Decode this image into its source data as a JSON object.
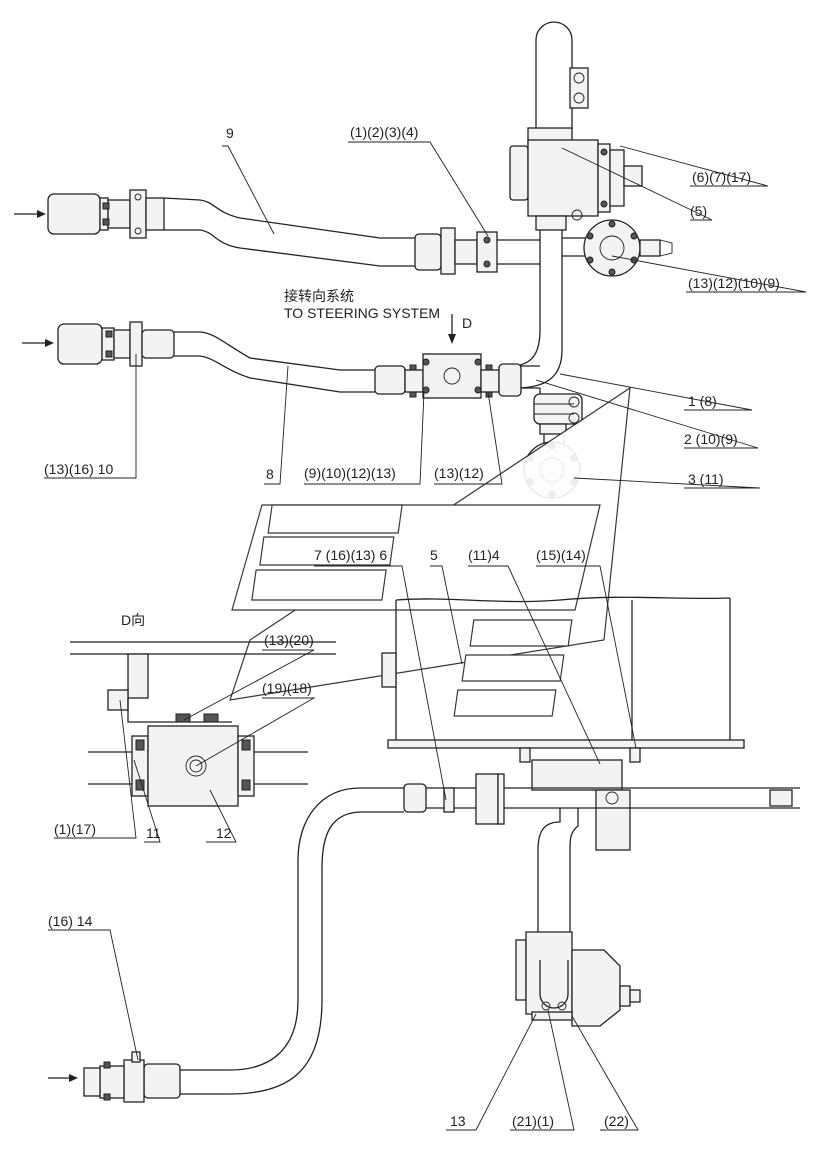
{
  "labels": {
    "steering_cn": "接转向系统",
    "steering_en": "TO STEERING SYSTEM",
    "view_d_arrow": "D",
    "view_d_title": "D向",
    "l_1_2_3_4": "(1)(2)(3)(4)",
    "l_9": "9",
    "l_6_7_17": "(6)(7)(17)",
    "l_5p": "(5)",
    "l_13_12_10_9": "(13)(12)(10)(9)",
    "l_1_8": "1 (8)",
    "l_2_10_9": "2 (10)(9)",
    "l_3_11": "3 (11)",
    "l_13_16_10": "(13)(16) 10",
    "l_8": "8",
    "l_9_10_12_13": "(9)(10)(12)(13)",
    "l_13_12": "(13)(12)",
    "l_7_16_13_6": "7 (16)(13) 6",
    "l_5": "5",
    "l_11_4": "(11)4",
    "l_15_14": "(15)(14)",
    "l_13_20": "(13)(20)",
    "l_19_18": "(19)(18)",
    "l_1_17": "(1)(17)",
    "l_11": "11",
    "l_12": "12",
    "l_16_14": "(16) 14",
    "l_13": "13",
    "l_21_1": "(21)(1)",
    "l_22": "(22)"
  },
  "colors": {
    "line": "#222222",
    "fill": "#f3f3f3",
    "dark": "#555555"
  },
  "icons": {
    "flow_arrow": "arrow-right-icon",
    "view_arrow": "arrow-down-icon"
  }
}
